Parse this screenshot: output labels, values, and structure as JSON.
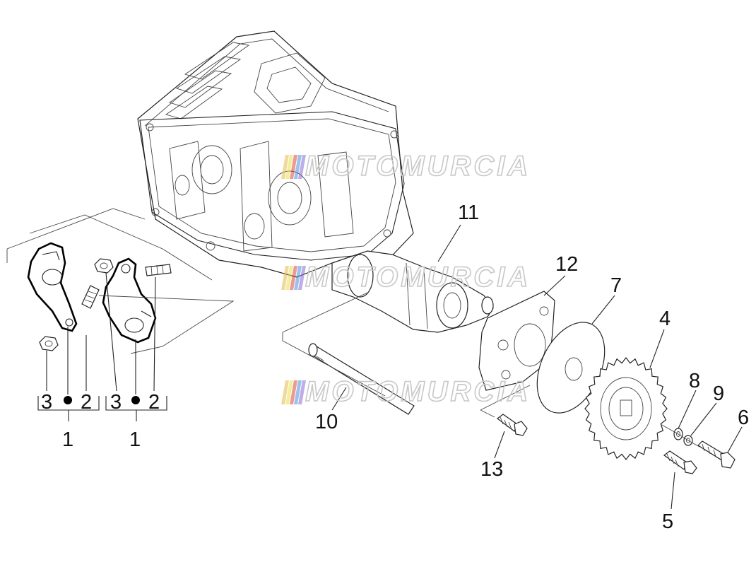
{
  "watermark": {
    "text": "MOTOMURCIA",
    "stripe_colors": [
      "#e6b84a",
      "#e8e04a",
      "#e0463a",
      "#4a8fd8",
      "#8a6ad8"
    ]
  },
  "callouts": {
    "n1": "1",
    "n2": "2",
    "n3": "3",
    "n4": "4",
    "n5": "5",
    "n6": "6",
    "n7": "7",
    "n8": "8",
    "n9": "9",
    "n10": "10",
    "n11": "11",
    "n12": "12",
    "n13": "13"
  },
  "groups": {
    "left": {
      "a": "3",
      "b": "2",
      "total": "1"
    },
    "right": {
      "a": "3",
      "b": "2",
      "total": "1"
    }
  }
}
